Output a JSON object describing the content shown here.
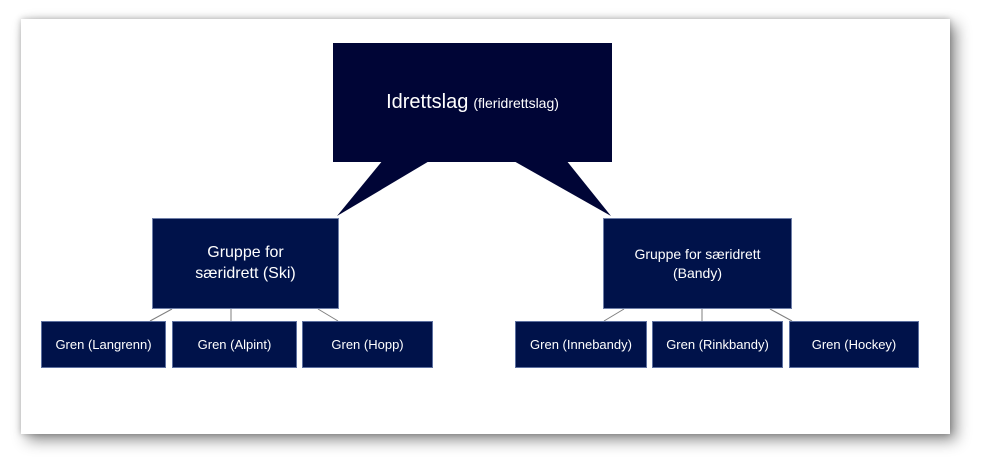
{
  "colors": {
    "root_fill": "#000536",
    "node_fill": "#00124a",
    "node_border": "#6f7fa8",
    "connector": "#7f7f7f",
    "text": "#ffffff"
  },
  "root": {
    "title": "Idrettslag",
    "subtitle": "(fleridrettslag)"
  },
  "groups": [
    {
      "label": "Gruppe for særidrett (Ski)",
      "leaves": [
        "Gren (Langrenn)",
        "Gren (Alpint)",
        "Gren (Hopp)"
      ]
    },
    {
      "label": "Gruppe for særidrett (Bandy)",
      "leaves": [
        "Gren (Innebandy)",
        "Gren (Rinkbandy)",
        "Gren (Hockey)"
      ]
    }
  ]
}
